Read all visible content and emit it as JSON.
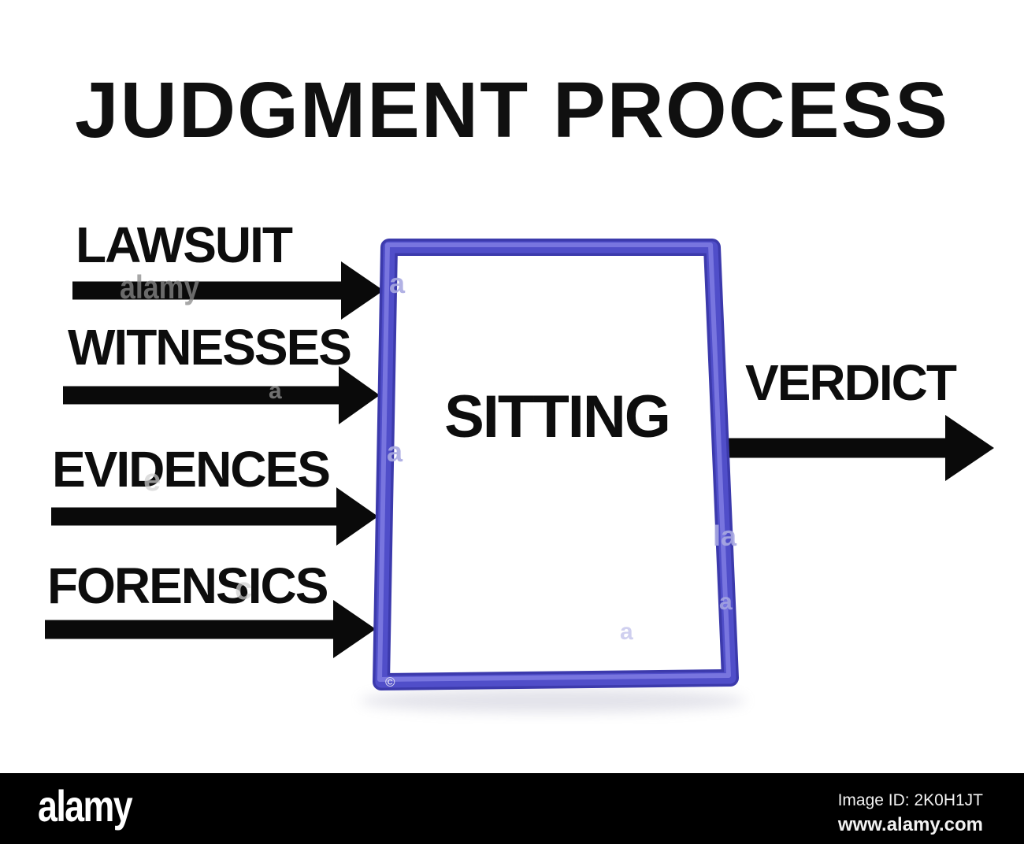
{
  "title": "JUDGMENT PROCESS",
  "diagram": {
    "inputs": [
      {
        "label": "LAWSUIT"
      },
      {
        "label": "WITNESSES"
      },
      {
        "label": "EVIDENCES"
      },
      {
        "label": "FORENSICS"
      }
    ],
    "process_label": "SITTING",
    "output_label": "VERDICT",
    "frame_color": "#4b49c5",
    "frame_highlight_color": "#7f7de3",
    "frame_edge_color": "#3c3aac",
    "arrow_color": "#0a0a0a"
  },
  "watermarks": {
    "items": [
      {
        "text": "alamy"
      },
      {
        "text": "a"
      },
      {
        "text": "a"
      },
      {
        "text": "a"
      },
      {
        "text": "la"
      },
      {
        "text": "a"
      },
      {
        "text": "a"
      },
      {
        "text": "e"
      },
      {
        "text": "c"
      },
      {
        "text": "©"
      }
    ]
  },
  "footer": {
    "brand": "alamy",
    "image_id": "Image ID: 2K0H1JT",
    "website": "www.alamy.com"
  }
}
